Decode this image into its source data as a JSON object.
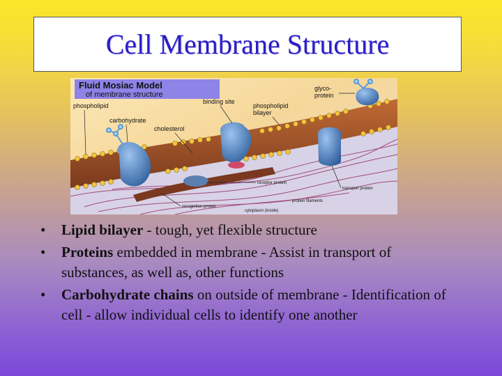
{
  "title": "Cell Membrane Structure",
  "figure": {
    "heading_line1": "Fluid Mosiac Model",
    "heading_line2": "of membrane structure",
    "labels": {
      "phospholipid": "phospholipid",
      "carbohydrate": "carbohydrate",
      "cholesterol": "cholesterol",
      "binding_site": "binding site",
      "phospholipid_bilayer_1": "phospholipid",
      "phospholipid_bilayer_2": "bilayer",
      "glycoprotein_1": "glyco-",
      "glycoprotein_2": "protein",
      "receptor_protein": "receptor protein",
      "transport_protein": "transport protein",
      "recognition_protein": "recognition protein",
      "protein_filaments": "protein filaments",
      "cytoplasm": "cytoplasm (inside)"
    },
    "colors": {
      "heading_bg": "#8e83e6",
      "heading_text": "#ffffff",
      "protein": "#4a7fc4",
      "membrane_band": "#a4502a",
      "lipid_heads": "#f0c43c",
      "inner_bg": "#d9d4e8",
      "outer_bg": "#fbe6b4"
    }
  },
  "bullets": [
    {
      "bold": "Lipid bilayer",
      "text": " - tough, yet flexible structure"
    },
    {
      "bold": "Proteins",
      "text": " embedded in membrane - Assist in transport of substances, as well as, other functions"
    },
    {
      "bold": "Carbohydrate chains",
      "text": " on outside of membrane - Identification of cell -  allow individual cells to identify one another"
    }
  ],
  "bullet_glyph": "•"
}
